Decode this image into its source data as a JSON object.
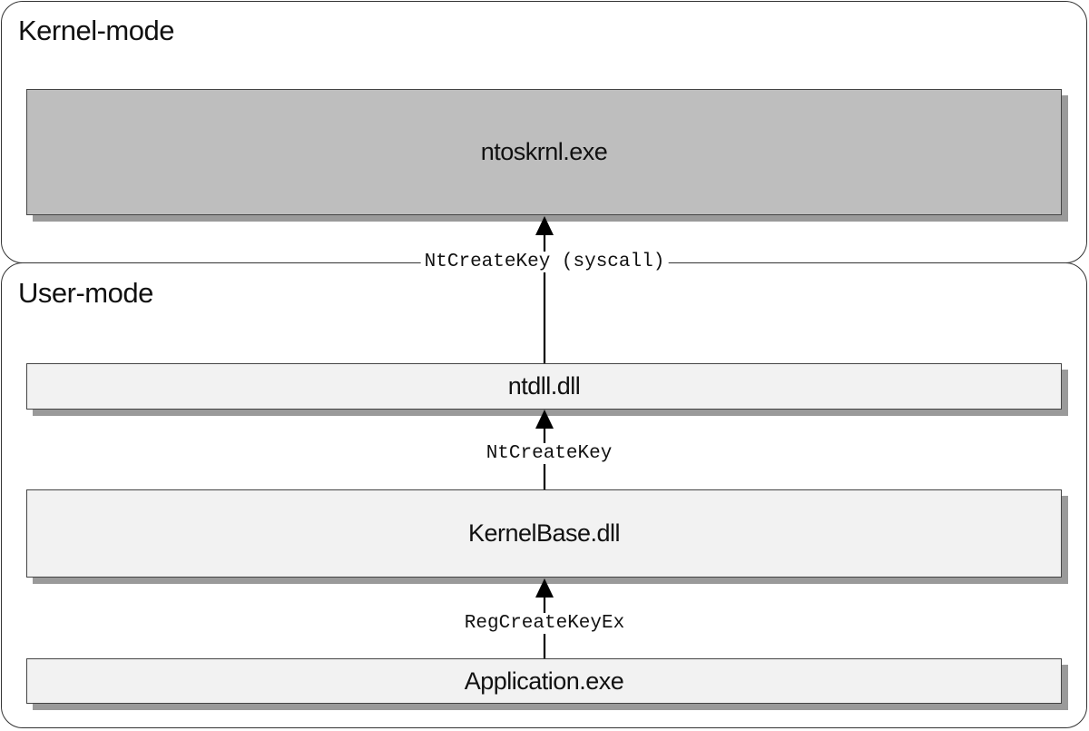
{
  "regions": {
    "kernel": {
      "title": "Kernel-mode"
    },
    "user": {
      "title": "User-mode"
    }
  },
  "components": {
    "ntoskrnl": "ntoskrnl.exe",
    "ntdll": "ntdll.dll",
    "kernelbase": "KernelBase.dll",
    "application": "Application.exe"
  },
  "calls": {
    "syscall": "NtCreateKey (syscall)",
    "ntcreatekey": "NtCreateKey",
    "regcreatekeyex": "RegCreateKeyEx"
  },
  "colors": {
    "kernel_box": "#bebebe",
    "user_box": "#f2f2f2",
    "shadow": "#9a9a9a"
  }
}
